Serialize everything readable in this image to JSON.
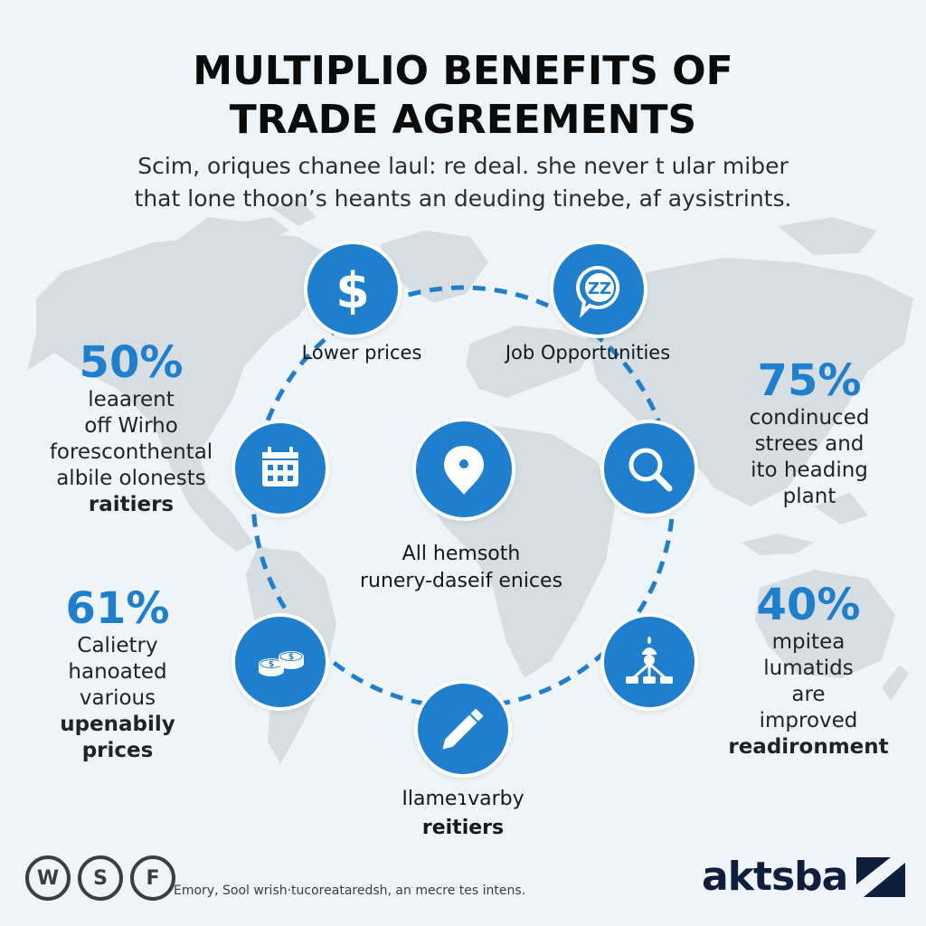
{
  "header": {
    "title_line1": "MULTIPLIO BENEFITS OF",
    "title_line2": "TRADE AGREEMENTS",
    "subtitle_line1": "Scim, oriques chanee laul: re deal. she never t ular miber",
    "subtitle_line2": "that lone thoon’s heants an deuding tinebe, af aysistrints."
  },
  "colors": {
    "accent": "#1f7fcf",
    "background": "#eef4f7",
    "map": "#d5dde1",
    "text_dark": "#0b0b0c",
    "brand_navy": "#0f1e3a"
  },
  "nodes": [
    {
      "id": "lower-prices",
      "icon": "dollar-icon",
      "label": "Lower prices"
    },
    {
      "id": "job-opportunities",
      "icon": "chat-bubble-icon",
      "icon_text": "ZZ",
      "label": "Job Opportunities"
    },
    {
      "id": "calendar",
      "icon": "calendar-icon",
      "label": ""
    },
    {
      "id": "search",
      "icon": "magnifier-icon",
      "label": ""
    },
    {
      "id": "center",
      "icon": "location-pin-icon",
      "label_line1": "All hemsoth",
      "label_line2": "runery-daseif enices"
    },
    {
      "id": "coins",
      "icon": "coins-icon",
      "label": ""
    },
    {
      "id": "network",
      "icon": "network-hierarchy-icon",
      "label": ""
    },
    {
      "id": "pencil",
      "icon": "pencil-icon",
      "label_line1": "Ilameɿvarby",
      "label_line2": "reitiers"
    }
  ],
  "stats": {
    "left_top": {
      "percent": "50%",
      "lines": [
        "leaarent",
        "off Wirho",
        "foresconthental",
        "albile olonests"
      ],
      "bold": "raitiers"
    },
    "left_bottom": {
      "percent": "61%",
      "lines": [
        "Calietry",
        "hanoated",
        "various"
      ],
      "bold_lines": [
        "upenabily",
        "prices"
      ]
    },
    "right_top": {
      "percent": "75%",
      "lines": [
        "condinuced",
        "strees and",
        "ito heading",
        "plant"
      ]
    },
    "right_bottom": {
      "percent": "40%",
      "lines": [
        "mpitea",
        "lumatids",
        "are",
        "improved"
      ],
      "bold": "readironment"
    }
  },
  "footer": {
    "icons": [
      "W",
      "S",
      "F"
    ],
    "note": "Emory, Sool wrish·tucoreataredsh, an mecre tes intens.",
    "brand": "aktsba"
  }
}
